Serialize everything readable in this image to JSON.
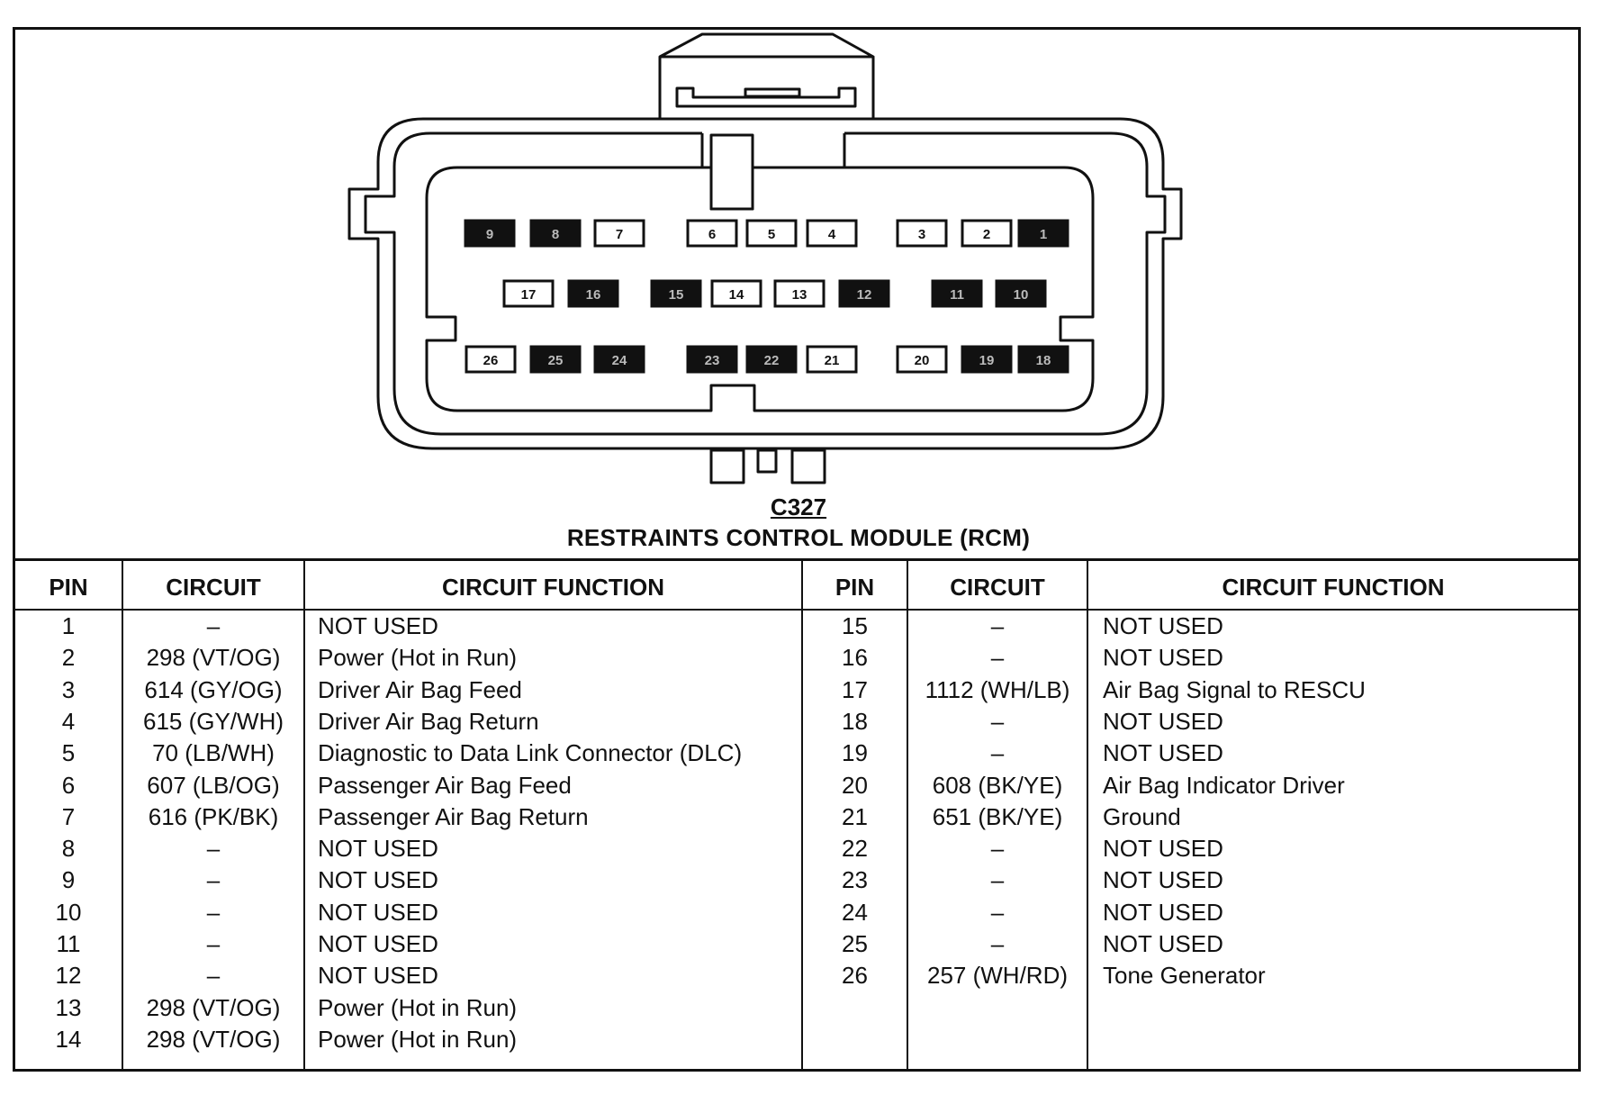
{
  "connector": {
    "id": "C327",
    "name": "RESTRAINTS CONTROL MODULE (RCM)",
    "cavities_row1": [
      {
        "pin": "9",
        "filled": true
      },
      {
        "pin": "8",
        "filled": true
      },
      {
        "pin": "7",
        "filled": false
      },
      {
        "pin": "6",
        "filled": false
      },
      {
        "pin": "5",
        "filled": false
      },
      {
        "pin": "4",
        "filled": false
      },
      {
        "pin": "3",
        "filled": false
      },
      {
        "pin": "2",
        "filled": false
      },
      {
        "pin": "1",
        "filled": true
      }
    ],
    "cavities_row2": [
      {
        "pin": "17",
        "filled": false
      },
      {
        "pin": "16",
        "filled": true
      },
      {
        "pin": "15",
        "filled": true
      },
      {
        "pin": "14",
        "filled": false
      },
      {
        "pin": "13",
        "filled": false
      },
      {
        "pin": "12",
        "filled": true
      },
      {
        "pin": "11",
        "filled": true
      },
      {
        "pin": "10",
        "filled": true
      }
    ],
    "cavities_row3": [
      {
        "pin": "26",
        "filled": false
      },
      {
        "pin": "25",
        "filled": true
      },
      {
        "pin": "24",
        "filled": true
      },
      {
        "pin": "23",
        "filled": true
      },
      {
        "pin": "22",
        "filled": true
      },
      {
        "pin": "21",
        "filled": false
      },
      {
        "pin": "20",
        "filled": false
      },
      {
        "pin": "19",
        "filled": true
      },
      {
        "pin": "18",
        "filled": true
      }
    ]
  },
  "table": {
    "headers": {
      "pin": "PIN",
      "circuit": "CIRCUIT",
      "function": "CIRCUIT FUNCTION"
    },
    "left": [
      {
        "pin": "1",
        "circuit": "–",
        "function": "NOT USED"
      },
      {
        "pin": "2",
        "circuit": "298 (VT/OG)",
        "function": "Power (Hot in Run)"
      },
      {
        "pin": "3",
        "circuit": "614 (GY/OG)",
        "function": "Driver Air Bag Feed"
      },
      {
        "pin": "4",
        "circuit": "615 (GY/WH)",
        "function": "Driver Air Bag Return"
      },
      {
        "pin": "5",
        "circuit": "70 (LB/WH)",
        "function": "Diagnostic to Data Link Connector (DLC)"
      },
      {
        "pin": "6",
        "circuit": "607 (LB/OG)",
        "function": "Passenger Air Bag Feed"
      },
      {
        "pin": "7",
        "circuit": "616 (PK/BK)",
        "function": "Passenger Air Bag Return"
      },
      {
        "pin": "8",
        "circuit": "–",
        "function": "NOT USED"
      },
      {
        "pin": "9",
        "circuit": "–",
        "function": "NOT USED"
      },
      {
        "pin": "10",
        "circuit": "–",
        "function": "NOT USED"
      },
      {
        "pin": "11",
        "circuit": "–",
        "function": "NOT USED"
      },
      {
        "pin": "12",
        "circuit": "–",
        "function": "NOT USED"
      },
      {
        "pin": "13",
        "circuit": "298 (VT/OG)",
        "function": "Power (Hot in Run)"
      },
      {
        "pin": "14",
        "circuit": "298 (VT/OG)",
        "function": "Power (Hot in Run)"
      }
    ],
    "right": [
      {
        "pin": "15",
        "circuit": "–",
        "function": "NOT USED"
      },
      {
        "pin": "16",
        "circuit": "–",
        "function": "NOT USED"
      },
      {
        "pin": "17",
        "circuit": "1112 (WH/LB)",
        "function": "Air Bag Signal to RESCU"
      },
      {
        "pin": "18",
        "circuit": "–",
        "function": "NOT USED"
      },
      {
        "pin": "19",
        "circuit": "–",
        "function": "NOT USED"
      },
      {
        "pin": "20",
        "circuit": "608 (BK/YE)",
        "function": "Air Bag Indicator Driver"
      },
      {
        "pin": "21",
        "circuit": "651 (BK/YE)",
        "function": "Ground"
      },
      {
        "pin": "22",
        "circuit": "–",
        "function": "NOT USED"
      },
      {
        "pin": "23",
        "circuit": "–",
        "function": "NOT USED"
      },
      {
        "pin": "24",
        "circuit": "–",
        "function": "NOT USED"
      },
      {
        "pin": "25",
        "circuit": "–",
        "function": "NOT USED"
      },
      {
        "pin": "26",
        "circuit": "257 (WH/RD)",
        "function": "Tone Generator"
      }
    ]
  }
}
